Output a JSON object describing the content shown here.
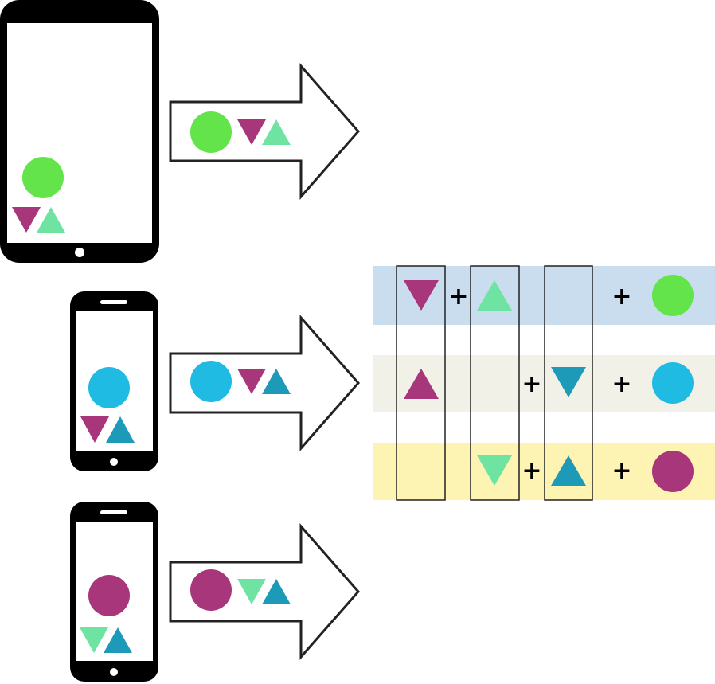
{
  "colors": {
    "green": "#63e44a",
    "magenta": "#a8367a",
    "mint": "#6fe4a2",
    "cyan": "#1fbbe3",
    "teal": "#1d9ab8",
    "row1_bg": "#c9ddee",
    "row2_bg": "#f2f1e7",
    "row3_bg": "#fdf4b4",
    "device": "#000000",
    "screen": "#ffffff",
    "arrow_stroke": "#222222"
  },
  "devices": [
    {
      "type": "tablet",
      "circle": "green",
      "down_triangle": "magenta",
      "up_triangle": "mint"
    },
    {
      "type": "phone",
      "circle": "cyan",
      "down_triangle": "magenta",
      "up_triangle": "teal"
    },
    {
      "type": "phone",
      "circle": "magenta",
      "down_triangle": "mint",
      "up_triangle": "teal"
    }
  ],
  "arrows": [
    {
      "circle": "green",
      "down_triangle": "magenta",
      "up_triangle": "mint"
    },
    {
      "circle": "cyan",
      "down_triangle": "magenta",
      "up_triangle": "teal"
    },
    {
      "circle": "magenta",
      "down_triangle": "mint",
      "up_triangle": "teal"
    }
  ],
  "grid": {
    "plus_symbol": "+",
    "rows": [
      {
        "band": "row1_bg",
        "cells": [
          {
            "shape": "down",
            "color": "magenta"
          },
          {
            "shape": "up",
            "color": "mint"
          },
          null
        ],
        "result": "green"
      },
      {
        "band": "row2_bg",
        "cells": [
          {
            "shape": "up",
            "color": "magenta"
          },
          null,
          {
            "shape": "down",
            "color": "teal"
          }
        ],
        "result": "cyan"
      },
      {
        "band": "row3_bg",
        "cells": [
          null,
          {
            "shape": "down",
            "color": "mint"
          },
          {
            "shape": "up",
            "color": "teal"
          }
        ],
        "result": "magenta"
      }
    ]
  }
}
